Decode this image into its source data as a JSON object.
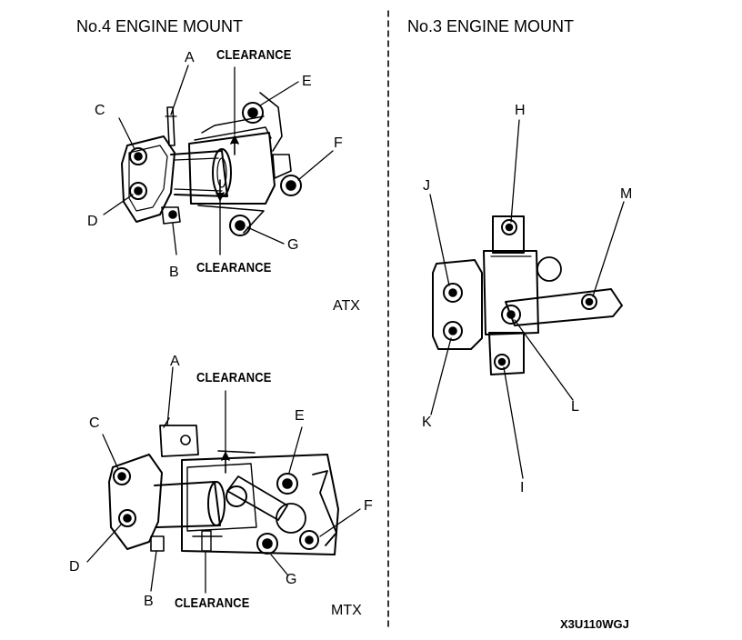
{
  "titles": {
    "no4": "No.4 ENGINE MOUNT",
    "no3": "No.3 ENGINE MOUNT"
  },
  "atx": {
    "clearance_top": "CLEARANCE",
    "clearance_bottom": "CLEARANCE",
    "labels": {
      "A": "A",
      "B": "B",
      "C": "C",
      "D": "D",
      "E": "E",
      "F": "F",
      "G": "G"
    },
    "variant": "ATX"
  },
  "mtx": {
    "clearance_top": "CLEARANCE",
    "clearance_bottom": "CLEARANCE",
    "labels": {
      "A": "A",
      "B": "B",
      "C": "C",
      "D": "D",
      "E": "E",
      "F": "F",
      "G": "G"
    },
    "variant": "MTX"
  },
  "no3": {
    "labels": {
      "H": "H",
      "I": "I",
      "J": "J",
      "K": "K",
      "L": "L",
      "M": "M"
    }
  },
  "figure_code": "X3U110WGJ"
}
